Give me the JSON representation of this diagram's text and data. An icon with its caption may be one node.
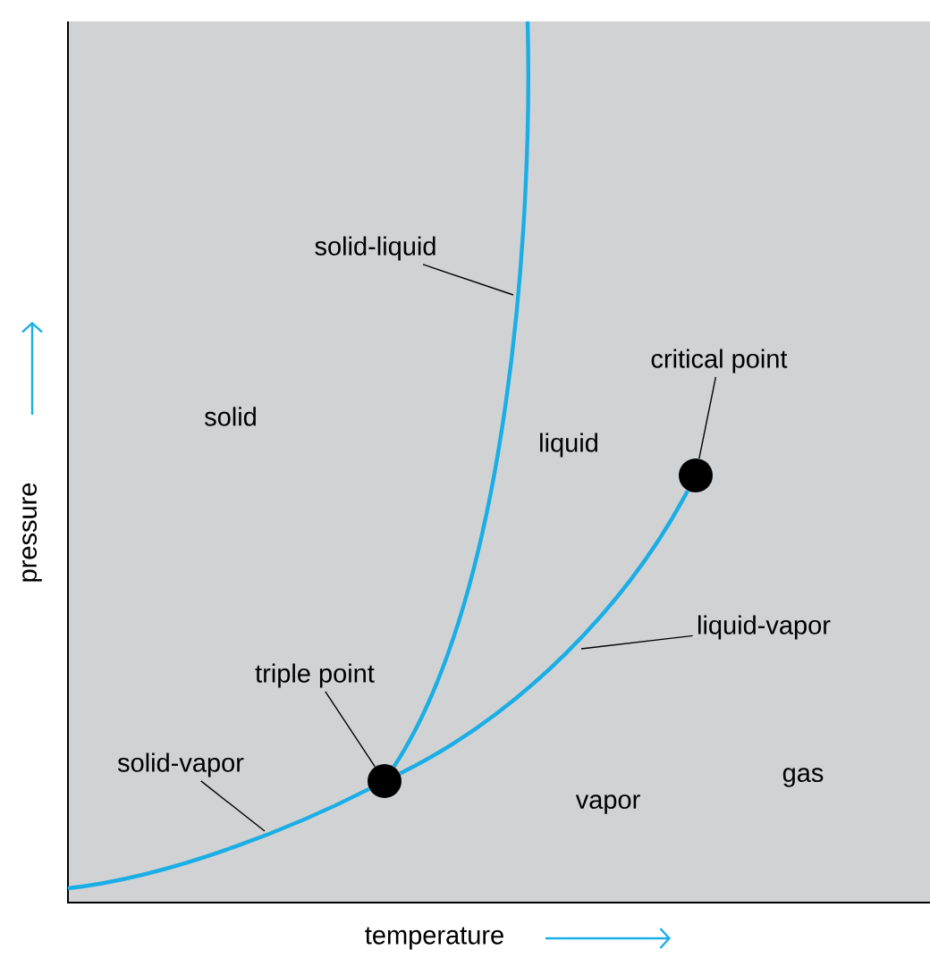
{
  "diagram": {
    "nodes": [
      {
        "text": [
          "solid-liquid"
        ]
      },
      {
        "text": [
          "critical point"
        ]
      },
      {
        "text": [
          "liquid-vapor"
        ]
      },
      {
        "text": [
          "triple point"
        ]
      },
      {
        "text": [
          "solid-vapor"
        ]
      },
      {
        "text": [],
        "shape": "circle"
      },
      {
        "text": [],
        "shape": "circle"
      }
    ],
    "edges": [
      {
        "from": 0,
        "to": null,
        "arrow": "none"
      },
      {
        "from": 1,
        "to": 5,
        "arrow": "none"
      },
      {
        "from": 2,
        "to": null,
        "arrow": "none"
      },
      {
        "from": 3,
        "to": 6,
        "arrow": "none"
      },
      {
        "from": 4,
        "to": null,
        "arrow": "none"
      },
      {
        "from": 6,
        "to": null,
        "arrow": "none",
        "style": "thick",
        "color": "#1aaee6"
      },
      {
        "from": 6,
        "to": 5,
        "arrow": "none",
        "style": "thick",
        "color": "#1aaee6"
      },
      {
        "from": null,
        "to": 6,
        "arrow": "none",
        "style": "thick",
        "color": "#1aaee6"
      }
    ],
    "labels": [
      "solid",
      "liquid",
      "vapor",
      "gas",
      "pressure",
      "temperature"
    ]
  }
}
